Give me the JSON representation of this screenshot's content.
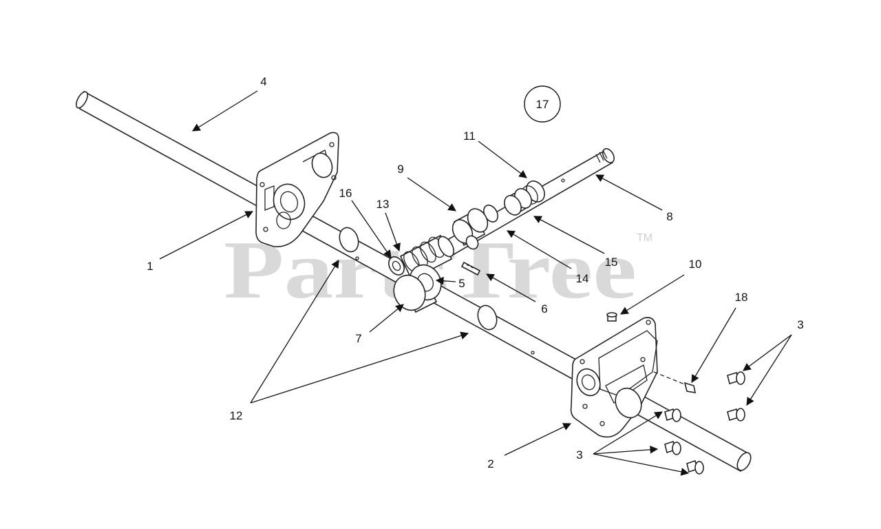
{
  "watermark": {
    "text": "PartsTree",
    "trademark": "TM"
  },
  "group_number": "17",
  "callouts": [
    {
      "id": "c1",
      "text": "1"
    },
    {
      "id": "c2",
      "text": "2"
    },
    {
      "id": "c3a",
      "text": "3"
    },
    {
      "id": "c3b",
      "text": "3"
    },
    {
      "id": "c4",
      "text": "4"
    },
    {
      "id": "c5",
      "text": "5"
    },
    {
      "id": "c6",
      "text": "6"
    },
    {
      "id": "c7",
      "text": "7"
    },
    {
      "id": "c8",
      "text": "8"
    },
    {
      "id": "c9",
      "text": "9"
    },
    {
      "id": "c10",
      "text": "10"
    },
    {
      "id": "c11",
      "text": "11"
    },
    {
      "id": "c12",
      "text": "12"
    },
    {
      "id": "c13",
      "text": "13"
    },
    {
      "id": "c14",
      "text": "14"
    },
    {
      "id": "c15",
      "text": "15"
    },
    {
      "id": "c16",
      "text": "16"
    },
    {
      "id": "c18",
      "text": "18"
    }
  ]
}
